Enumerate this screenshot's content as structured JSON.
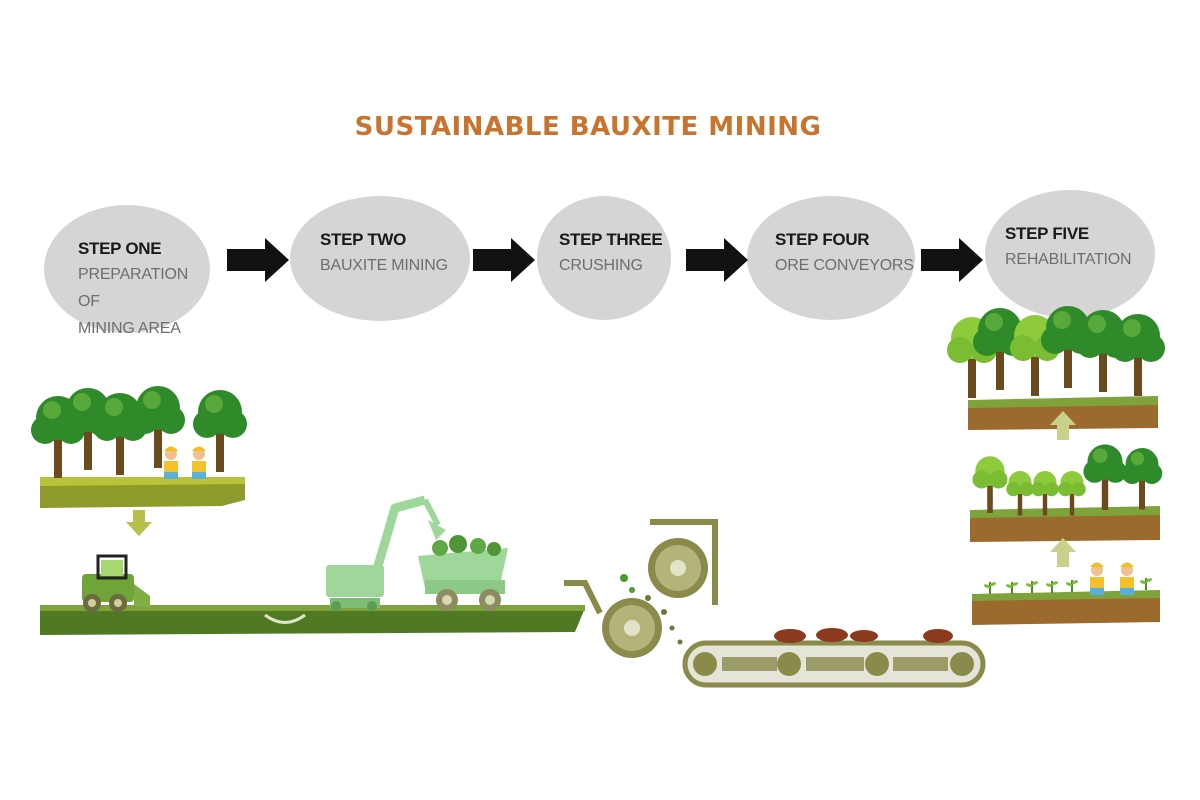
{
  "title": "SUSTAINABLE  BAUXITE MINING",
  "steps": [
    {
      "name": "STEP ONE",
      "desc_lines": [
        "PREPARATION OF",
        "MINING AREA"
      ]
    },
    {
      "name": "STEP TWO",
      "desc_lines": [
        "BAUXITE MINING"
      ]
    },
    {
      "name": "STEP THREE",
      "desc_lines": [
        "CRUSHING"
      ]
    },
    {
      "name": "STEP FOUR",
      "desc_lines": [
        "ORE CONVEYORS"
      ]
    },
    {
      "name": "STEP FIVE",
      "desc_lines": [
        "REHABILITATION"
      ]
    }
  ],
  "colors": {
    "title": "#c8732e",
    "ellipse": "#d5d5d5",
    "ground": "#4f7a23",
    "soil": "#9b6a2c",
    "tree_dark": "#2f8b2a",
    "tree_light": "#8ecb3c",
    "machine": "#9fd79a",
    "crusher": "#8a8a4a"
  },
  "icons": [
    "arrow-right-icon",
    "forest-icon",
    "bulldozer-icon",
    "excavator-icon",
    "dump-truck-icon",
    "crusher-icon",
    "conveyor-icon",
    "worker-icon",
    "seedling-icon",
    "arrow-down-icon",
    "arrow-up-icon"
  ]
}
